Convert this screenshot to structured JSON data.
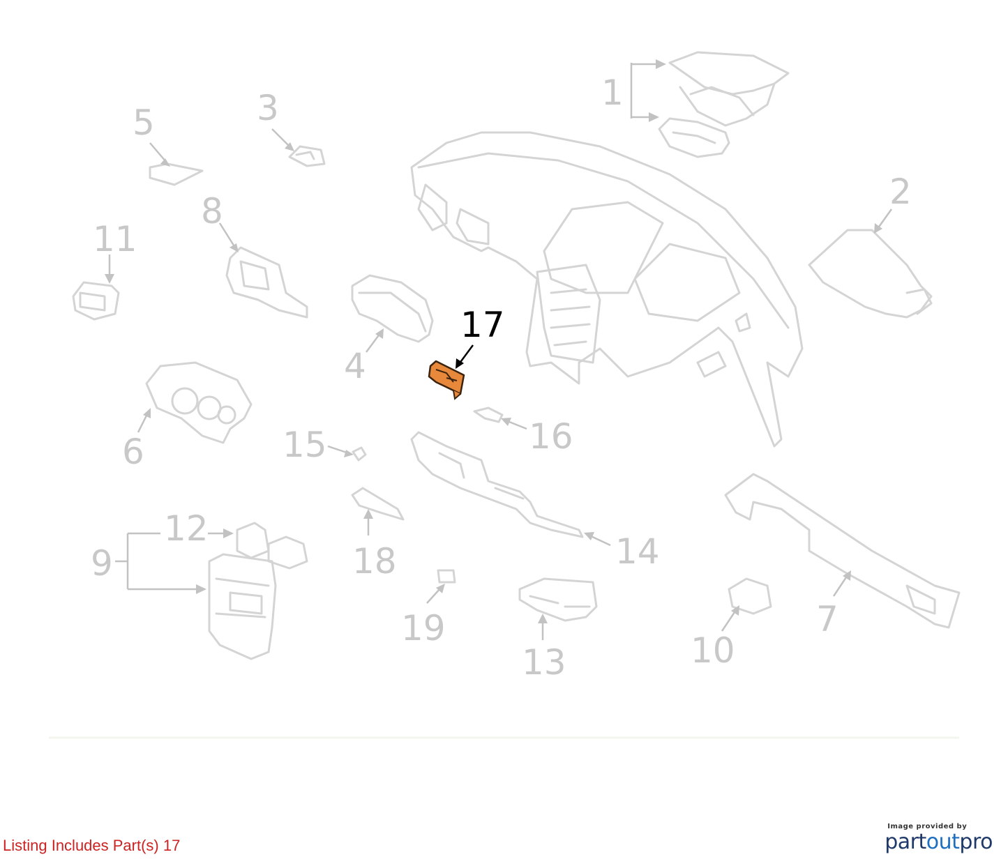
{
  "parts": [
    {
      "id": "1",
      "label": "1",
      "highlight": false
    },
    {
      "id": "2",
      "label": "2",
      "highlight": false
    },
    {
      "id": "3",
      "label": "3",
      "highlight": false
    },
    {
      "id": "4",
      "label": "4",
      "highlight": false
    },
    {
      "id": "5",
      "label": "5",
      "highlight": false
    },
    {
      "id": "6",
      "label": "6",
      "highlight": false
    },
    {
      "id": "7",
      "label": "7",
      "highlight": false
    },
    {
      "id": "8",
      "label": "8",
      "highlight": false
    },
    {
      "id": "9",
      "label": "9",
      "highlight": false
    },
    {
      "id": "10",
      "label": "10",
      "highlight": false
    },
    {
      "id": "11",
      "label": "11",
      "highlight": false
    },
    {
      "id": "12",
      "label": "12",
      "highlight": false
    },
    {
      "id": "13",
      "label": "13",
      "highlight": false
    },
    {
      "id": "14",
      "label": "14",
      "highlight": false
    },
    {
      "id": "15",
      "label": "15",
      "highlight": false
    },
    {
      "id": "16",
      "label": "16",
      "highlight": false
    },
    {
      "id": "17",
      "label": "17",
      "highlight": true
    },
    {
      "id": "18",
      "label": "18",
      "highlight": false
    },
    {
      "id": "19",
      "label": "19",
      "highlight": false
    }
  ],
  "colors": {
    "highlight_fill": "#e8883a",
    "highlight_stroke": "#3a2410",
    "part_stroke": "#d4d4d4",
    "label_inactive": "#c8c8c8",
    "label_active": "#000000",
    "listing_text": "#cc2222"
  },
  "footer": {
    "listing_text": "Listing Includes Part(s) 17",
    "provider_caption": "Image provided by",
    "provider_name_part1": "part",
    "provider_name_part2": "out",
    "provider_name_part3": "pro"
  }
}
